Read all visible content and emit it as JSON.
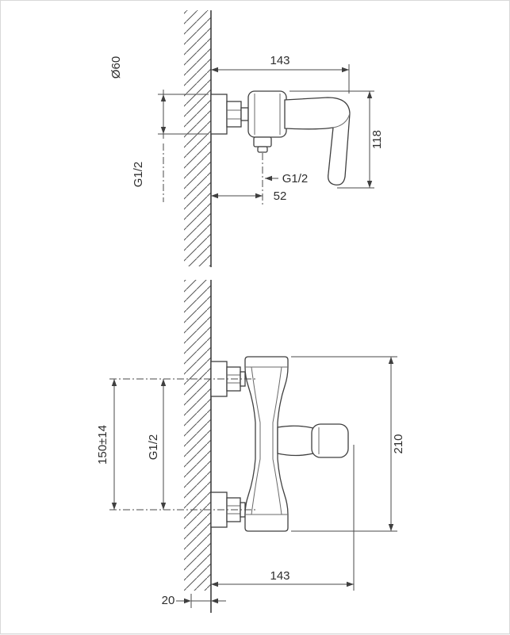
{
  "colors": {
    "line": "#3f3f3f",
    "text": "#2e2e2e",
    "background": "#ffffff"
  },
  "top_view": {
    "dim_projection": "143",
    "dim_overall_width": "118",
    "dim_escutcheon_diameter": "Ø60",
    "label_inlet_thread": "G1/2",
    "label_outlet_thread": "G1/2",
    "dim_outlet_offset": "52"
  },
  "side_view": {
    "dim_inlet_spacing": "150±14",
    "label_inlet_thread": "G1/2",
    "dim_overall_height": "210",
    "dim_projection": "143",
    "dim_wall_depth": "20"
  }
}
